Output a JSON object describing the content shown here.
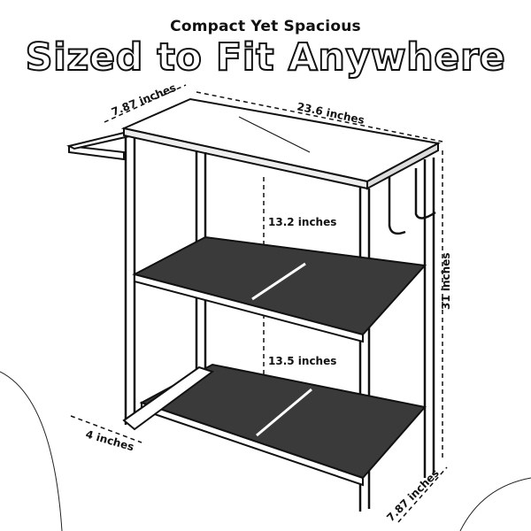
{
  "header": {
    "subtitle": "Compact Yet Spacious",
    "title": "Sized to Fit Anywhere"
  },
  "dimensions": {
    "top_depth": "7.87 inches",
    "top_width": "23.6 inches",
    "upper_shelf_gap": "13.2 inches",
    "lower_shelf_gap": "13.5 inches",
    "height": "31 inches",
    "base_ledge": "4 inches",
    "bottom_depth": "7.87 inches"
  }
}
